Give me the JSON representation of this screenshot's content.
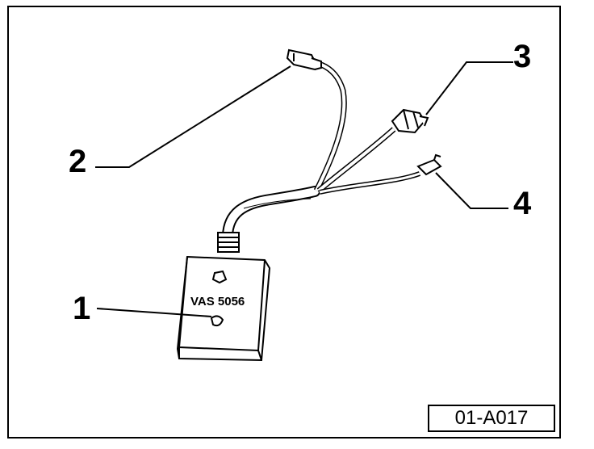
{
  "figure_id": "01-A017",
  "device_label": "VAS 5056",
  "callouts": [
    {
      "number": "1"
    },
    {
      "number": "2"
    },
    {
      "number": "3"
    },
    {
      "number": "4"
    }
  ]
}
